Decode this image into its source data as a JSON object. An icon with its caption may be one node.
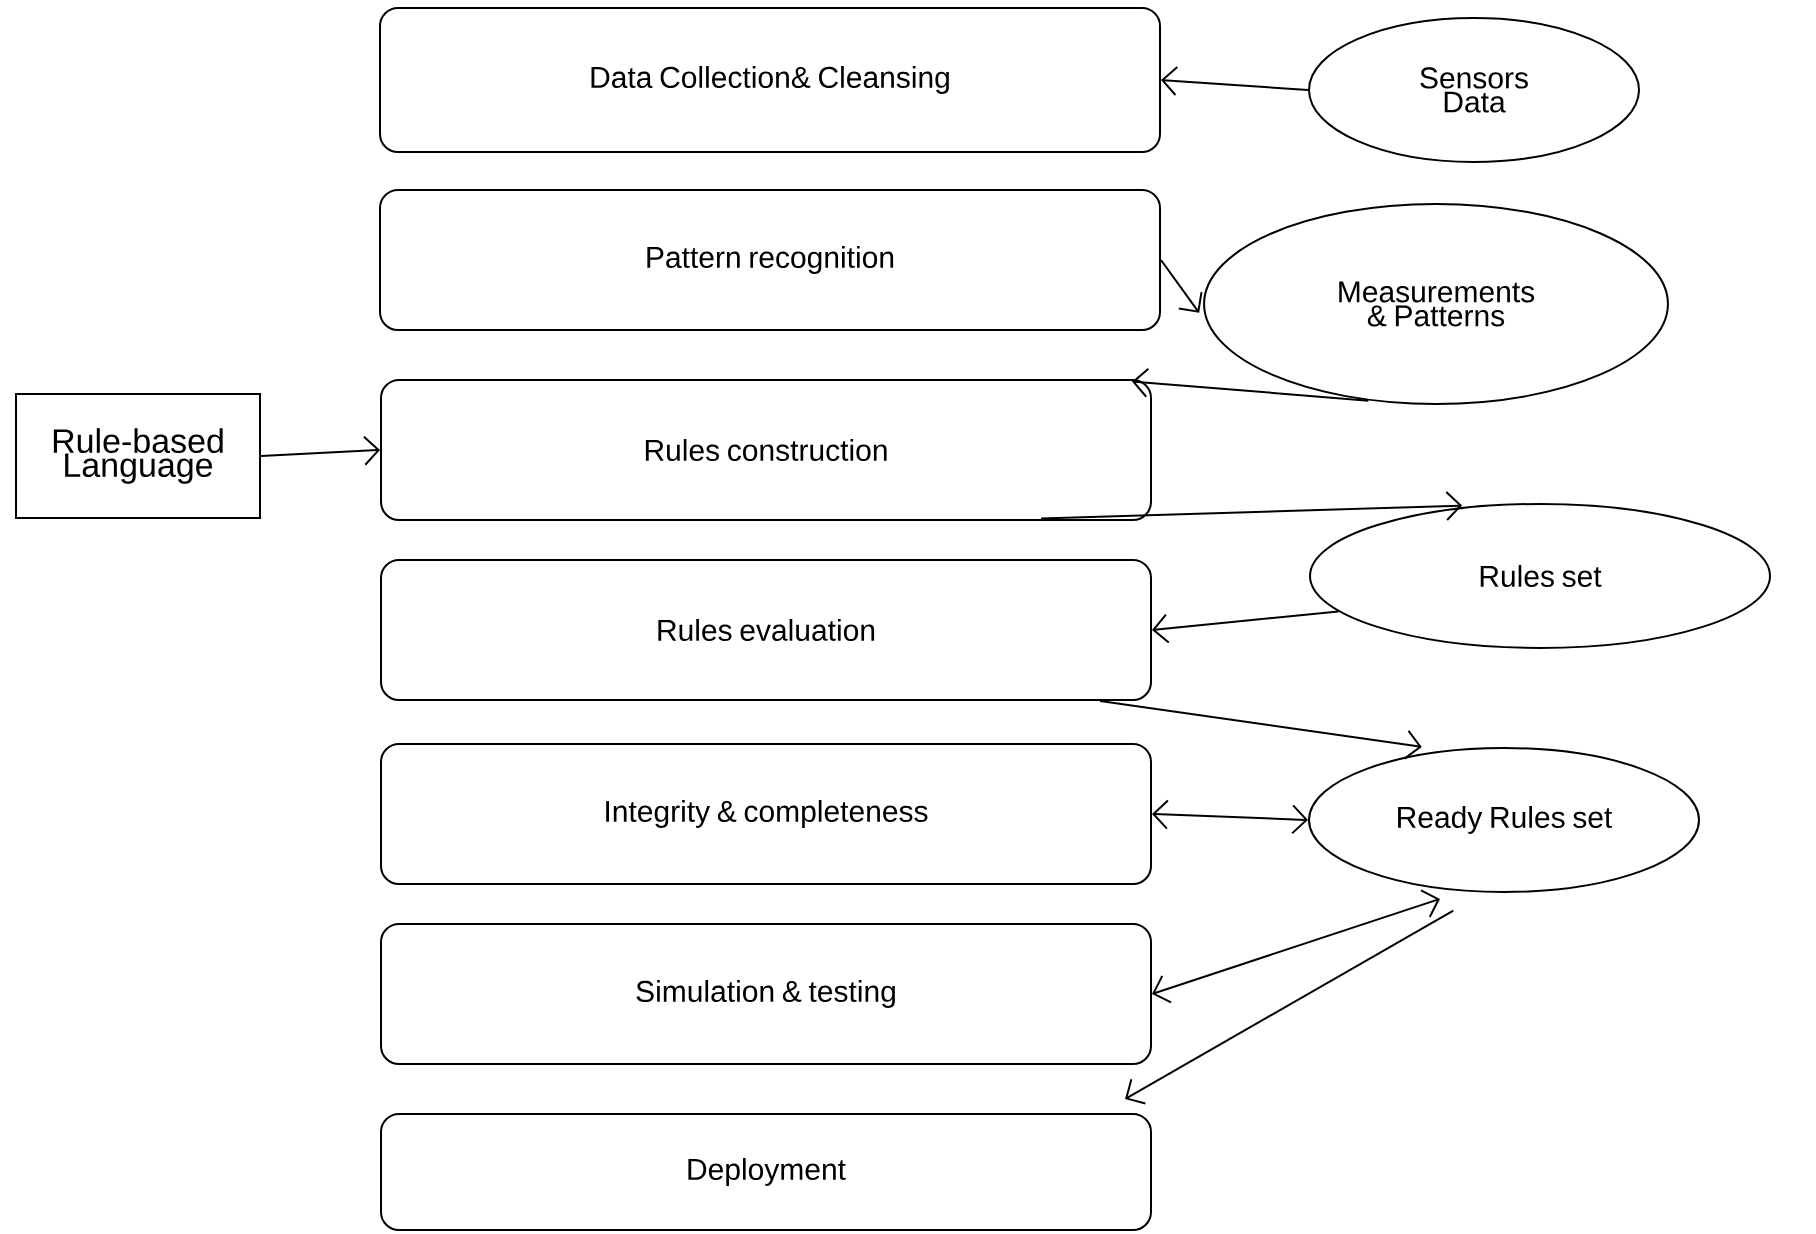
{
  "diagram": {
    "nodes": [
      {
        "text": [
          "Data Collection& Cleansing"
        ]
      },
      {
        "text": [
          "Pattern recognition"
        ]
      },
      {
        "text": [
          "Rules construction"
        ]
      },
      {
        "text": [
          "Rules evaluation"
        ]
      },
      {
        "text": [
          "Integrity & completeness"
        ]
      },
      {
        "text": [
          "Simulation & testing"
        ]
      },
      {
        "text": [
          "Deployment"
        ]
      },
      {
        "text": [
          "Rule-based Language"
        ]
      },
      {
        "text": [
          "Sensors Data"
        ]
      },
      {
        "text": [
          "Measurements & Patterns"
        ]
      },
      {
        "text": [
          "Rules set"
        ]
      },
      {
        "text": [
          "Ready Rules set"
        ]
      }
    ],
    "edges": [
      {
        "from": 8,
        "to": 0,
        "arrow": "to"
      },
      {
        "from": 1,
        "to": 9,
        "arrow": "to"
      },
      {
        "from": 9,
        "to": 2,
        "arrow": "to"
      },
      {
        "from": 2,
        "to": 10,
        "arrow": "to"
      },
      {
        "from": 10,
        "to": 3,
        "arrow": "to"
      },
      {
        "from": 3,
        "to": 11,
        "arrow": "to"
      },
      {
        "from": 4,
        "to": 11,
        "arrow": "both"
      },
      {
        "from": 5,
        "to": 11,
        "arrow": "both"
      },
      {
        "from": 11,
        "to": 6,
        "arrow": "to"
      },
      {
        "from": 7,
        "to": 2,
        "arrow": "to"
      }
    ]
  }
}
